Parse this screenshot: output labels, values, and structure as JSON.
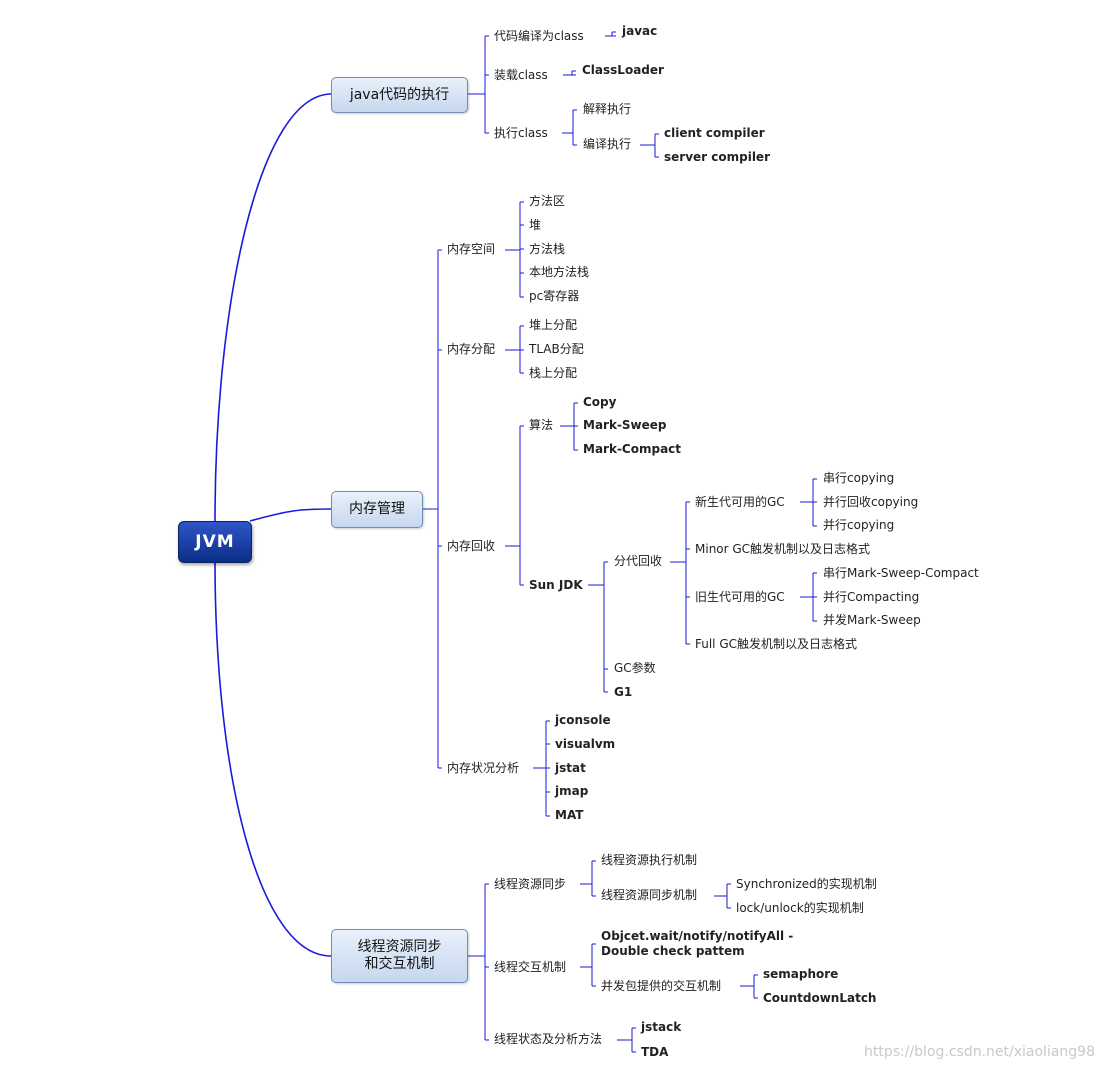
{
  "root": "JVM",
  "b1": {
    "title": "java代码的执行",
    "compile": "代码编译为class",
    "javac": "javac",
    "load": "装载class",
    "loader": "ClassLoader",
    "exec": "执行class",
    "interp": "解释执行",
    "comp": "编译执行",
    "client": "client compiler",
    "server": "server compiler"
  },
  "b2": {
    "title": "内存管理",
    "space": "内存空间",
    "space_items": [
      "方法区",
      "堆",
      "方法栈",
      "本地方法栈",
      "pc寄存器"
    ],
    "alloc": "内存分配",
    "alloc_items": [
      "堆上分配",
      "TLAB分配",
      "栈上分配"
    ],
    "gc": "内存回收",
    "algo": "算法",
    "algo_items": [
      "Copy",
      "Mark-Sweep",
      "Mark-Compact"
    ],
    "sunjdk": "Sun JDK",
    "gen": "分代回收",
    "young": "新生代可用的GC",
    "young_items": [
      "串行copying",
      "并行回收copying",
      "并行copying"
    ],
    "minor": "Minor GC触发机制以及日志格式",
    "old": "旧生代可用的GC",
    "old_items": [
      "串行Mark-Sweep-Compact",
      "并行Compacting",
      "并发Mark-Sweep"
    ],
    "full": "Full GC触发机制以及日志格式",
    "gcparam": "GC参数",
    "g1": "G1",
    "analysis": "内存状况分析",
    "tools": [
      "jconsole",
      "visualvm",
      "jstat",
      "jmap",
      "MAT"
    ]
  },
  "b3": {
    "title_l1": "线程资源同步",
    "title_l2": "和交互机制",
    "sync": "线程资源同步",
    "exec_mech": "线程资源执行机制",
    "sync_mech": "线程资源同步机制",
    "sync_items": [
      "Synchronized的实现机制",
      "lock/unlock的实现机制"
    ],
    "interact": "线程交互机制",
    "wait_l1": "Objcet.wait/notify/notifyAll -",
    "wait_l2": "Double check pattem",
    "concurrent": "并发包提供的交互机制",
    "concurrent_items": [
      "semaphore",
      "CountdownLatch"
    ],
    "state": "线程状态及分析方法",
    "state_items": [
      "jstack",
      "TDA"
    ]
  },
  "watermark": "https://blog.csdn.net/xiaoliang98"
}
